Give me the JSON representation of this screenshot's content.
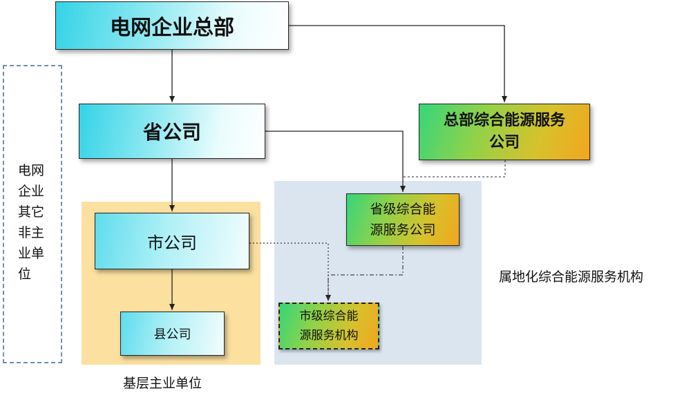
{
  "side": {
    "label": "电网企业其它非主业单位"
  },
  "nodes": {
    "hq": "电网企业总部",
    "provincial": "省公司",
    "hq_energy": [
      "总部综合能源服务",
      "公司"
    ],
    "city": "市公司",
    "county": "县公司",
    "provincial_energy": [
      "省级综合能",
      "源服务公司"
    ],
    "city_energy": [
      "市级综合能",
      "源服务机构"
    ]
  },
  "regions": {
    "local_energy_label": "属地化综合能源服务机构",
    "base_unit_label": "基层主业单位"
  },
  "colors": {
    "cyan": "#34d3e6",
    "green": "#35d67a",
    "orange": "#f3a51e",
    "yellow_region": "#fbe0a0",
    "blue_region": "#dbe5f0",
    "dashed_border": "#6d8fb0"
  }
}
